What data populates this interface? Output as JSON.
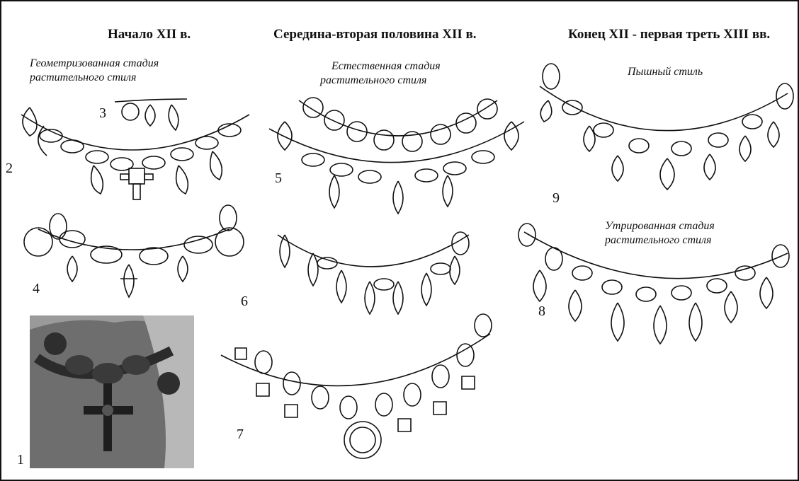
{
  "headers": {
    "col1": "Начало XII в.",
    "col2": "Середина-вторая половина  XII в.",
    "col3": "Конец  XII - первая треть  XIII  вв."
  },
  "captions": {
    "geometric_line1": "Геометризованная стадия",
    "geometric_line2": "растительного стиля",
    "natural_line1": "Естественная стадия",
    "natural_line2": "растительного стиля",
    "lush": "Пышный стиль",
    "exaggerated_line1": "Утрированная стадия",
    "exaggerated_line2": "растительного стиля"
  },
  "figure_numbers": [
    "1",
    "2",
    "3",
    "4",
    "5",
    "6",
    "7",
    "8",
    "9"
  ],
  "colors": {
    "ink": "#111111",
    "paper": "#ffffff",
    "photo": "#6e6e6e"
  }
}
